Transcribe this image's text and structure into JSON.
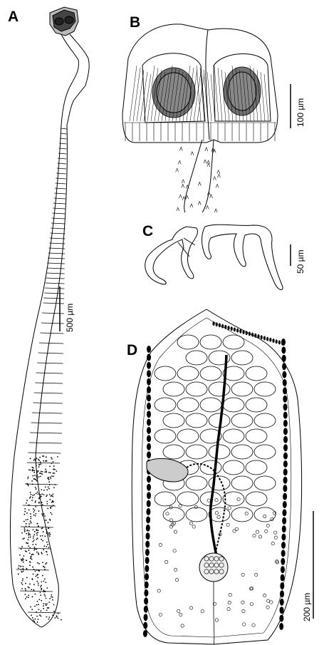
{
  "panels": {
    "a": {
      "letter": "A",
      "scale_bar": "500 µm"
    },
    "b": {
      "letter": "B",
      "scale_bar": "100 µm"
    },
    "c": {
      "letter": "C",
      "scale_bar": "50 µm"
    },
    "d": {
      "letter": "D",
      "scale_bar": "200 µm"
    }
  },
  "colors": {
    "ink": "#000000",
    "paper": "#ffffff",
    "stipple": "#555555"
  }
}
